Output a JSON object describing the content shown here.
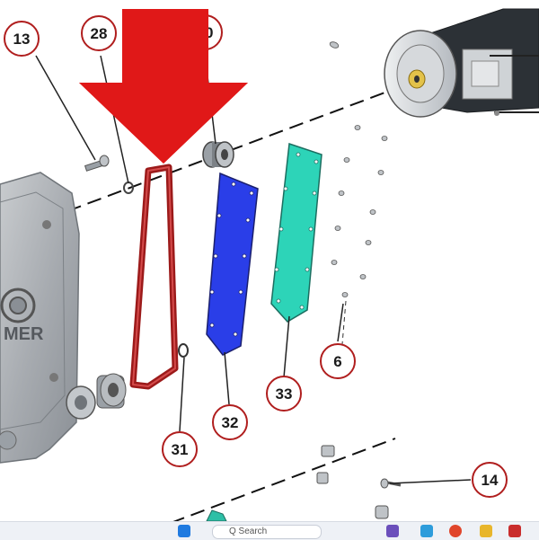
{
  "callouts": [
    {
      "label": "13"
    },
    {
      "label": "28"
    },
    {
      "label": "30"
    },
    {
      "label": "6"
    },
    {
      "label": "33"
    },
    {
      "label": "32"
    },
    {
      "label": "31"
    },
    {
      "label": "14"
    }
  ],
  "brand_text": "MER",
  "colors": {
    "arrow": "#e01818",
    "belt": "#a01818",
    "cover_blue": "#2a3ee8",
    "cover_teal": "#2dd4b8",
    "callout_border": "#b01e1e"
  },
  "taskbar": {
    "search_text": "Q   Search",
    "icons": [
      "windows-logo-icon",
      "search-icon",
      "browser-icon",
      "store-icon",
      "chrome-icon",
      "files-icon",
      "app-icon"
    ]
  }
}
